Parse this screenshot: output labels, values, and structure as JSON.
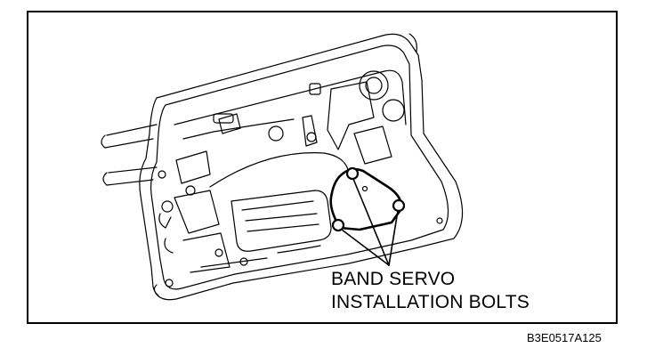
{
  "callout": {
    "line1": "BAND SERVO",
    "line2": "INSTALLATION BOLTS"
  },
  "figure_code": "B3E0517A125",
  "colors": {
    "ink": "#000000",
    "paper": "#ffffff"
  },
  "icons": [
    "transmission-case-drawing",
    "band-servo-cover",
    "bolt-marker",
    "leader-line"
  ]
}
